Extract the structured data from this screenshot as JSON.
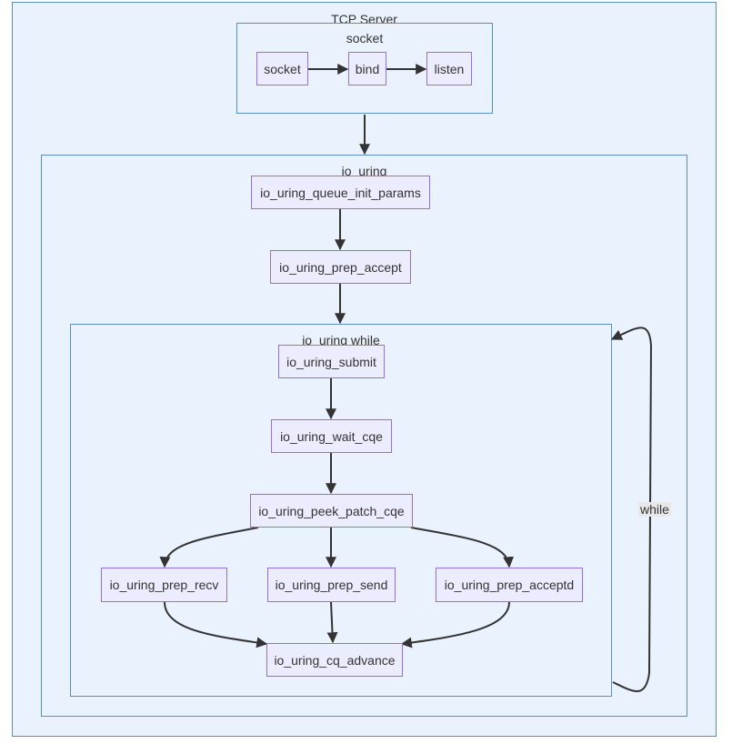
{
  "diagram": {
    "clusters": {
      "tcp_server": "TCP Server",
      "socket": "socket",
      "io_uring": "io_uring",
      "io_uring_while": "io_uring while"
    },
    "nodes": {
      "socket": "socket",
      "bind": "bind",
      "listen": "listen",
      "queue_init_params": "io_uring_queue_init_params",
      "prep_accept": "io_uring_prep_accept",
      "submit": "io_uring_submit",
      "wait_cqe": "io_uring_wait_cqe",
      "peek_patch_cqe": "io_uring_peek_patch_cqe",
      "prep_recv": "io_uring_prep_recv",
      "prep_send": "io_uring_prep_send",
      "prep_acceptd": "io_uring_prep_acceptd",
      "cq_advance": "io_uring_cq_advance"
    },
    "edge_labels": {
      "loop": "while"
    },
    "colors": {
      "cluster_fill": "#eaf2fd",
      "cluster_border": "#5a8fbf",
      "node_fill": "#ECECFF",
      "node_border": "#9370db",
      "edge": "#333333"
    }
  }
}
